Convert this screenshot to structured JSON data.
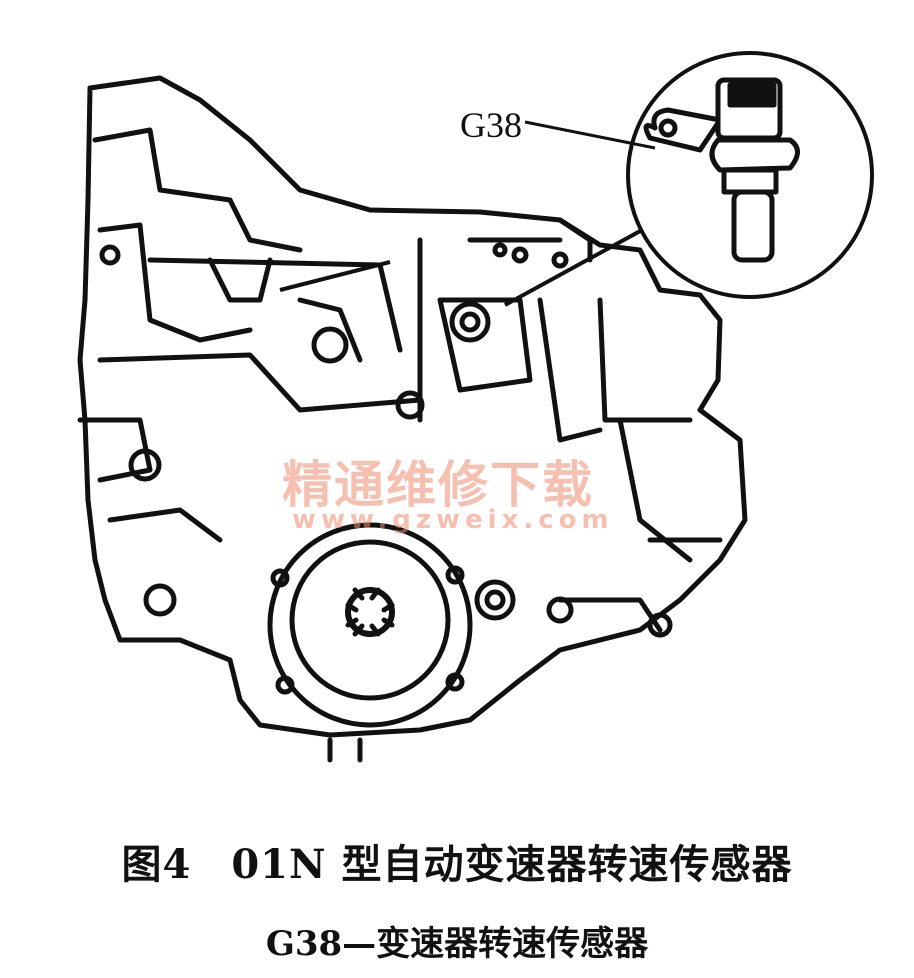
{
  "diagram": {
    "callout_label": "G38",
    "watermark": {
      "chinese": "精通维修下载",
      "url": "www.gzweix.com"
    },
    "icon": "transmission-drawing"
  },
  "caption": {
    "figure_number": "图4",
    "title": "01N 型自动变速器转速传感器",
    "legend": "G38—变速器转速传感器"
  }
}
